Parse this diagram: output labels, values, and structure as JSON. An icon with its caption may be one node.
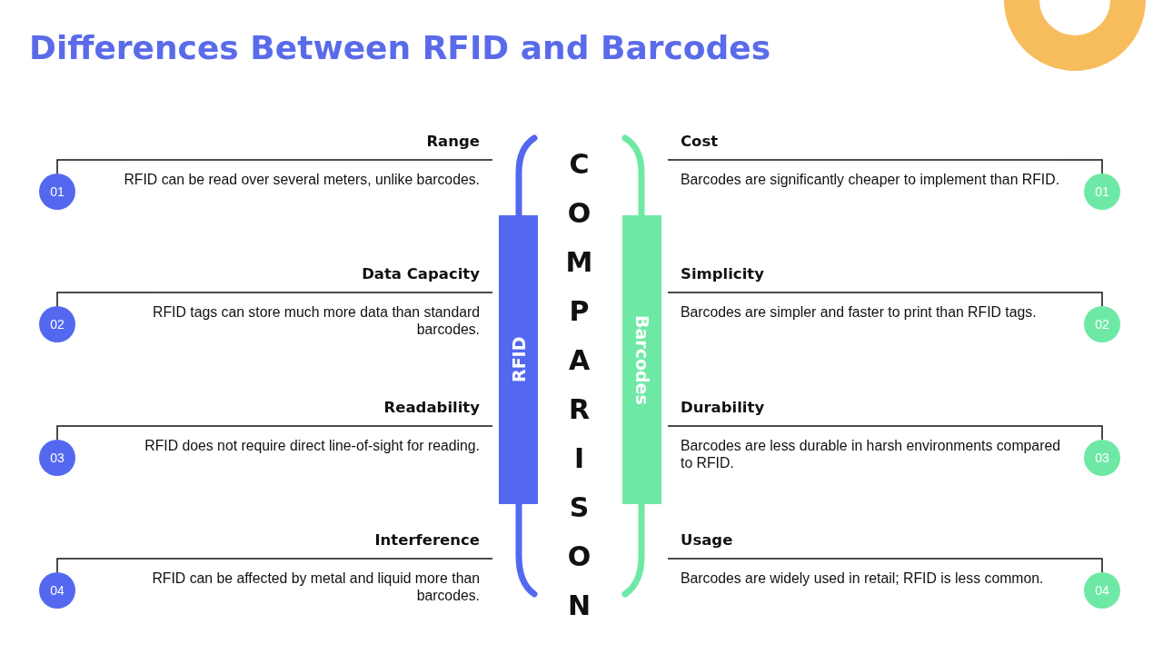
{
  "diagram": {
    "title": "Differences Between RFID and Barcodes",
    "nodes": [
      {
        "text": [
          "RFID"
        ]
      },
      {
        "text": [
          "01"
        ]
      },
      {
        "text": [
          "Range",
          "RFID can be read over several meters, unlike barcodes."
        ]
      },
      {
        "text": [
          "02"
        ]
      },
      {
        "text": [
          "Data Capacity",
          "RFID tags can store much more data than standard barcodes."
        ]
      },
      {
        "text": [
          "03"
        ]
      },
      {
        "text": [
          "Readability",
          "RFID does not require direct line-of-sight for reading."
        ]
      },
      {
        "text": [
          "04"
        ]
      },
      {
        "text": [
          "Interference",
          "RFID can be affected by metal and liquid more than barcodes."
        ]
      },
      {
        "text": [
          "Barcodes"
        ]
      },
      {
        "text": [
          "Cost",
          "Barcodes are significantly cheaper to implement than RFID."
        ]
      },
      {
        "text": [
          "01"
        ]
      },
      {
        "text": [
          "Simplicity",
          "Barcodes are simpler and faster to print than RFID tags."
        ]
      },
      {
        "text": [
          "02"
        ]
      },
      {
        "text": [
          "Durability",
          "Barcodes are less durable in harsh environments compared to RFID."
        ]
      },
      {
        "text": [
          "03"
        ]
      },
      {
        "text": [
          "Usage",
          "Barcodes are widely used in retail; RFID is less common."
        ]
      },
      {
        "text": [
          "04"
        ]
      }
    ],
    "edges": [
      {
        "from": 1,
        "to": 2,
        "arrow": "none"
      },
      {
        "from": 3,
        "to": 4,
        "arrow": "none"
      },
      {
        "from": 5,
        "to": 6,
        "arrow": "none"
      },
      {
        "from": 7,
        "to": 8,
        "arrow": "none"
      },
      {
        "from": 11,
        "to": 10,
        "arrow": "none"
      },
      {
        "from": 13,
        "to": 12,
        "arrow": "none"
      },
      {
        "from": 15,
        "to": 14,
        "arrow": "none"
      },
      {
        "from": 17,
        "to": 16,
        "arrow": "none"
      }
    ],
    "labels": [
      "COMPARISON"
    ]
  }
}
